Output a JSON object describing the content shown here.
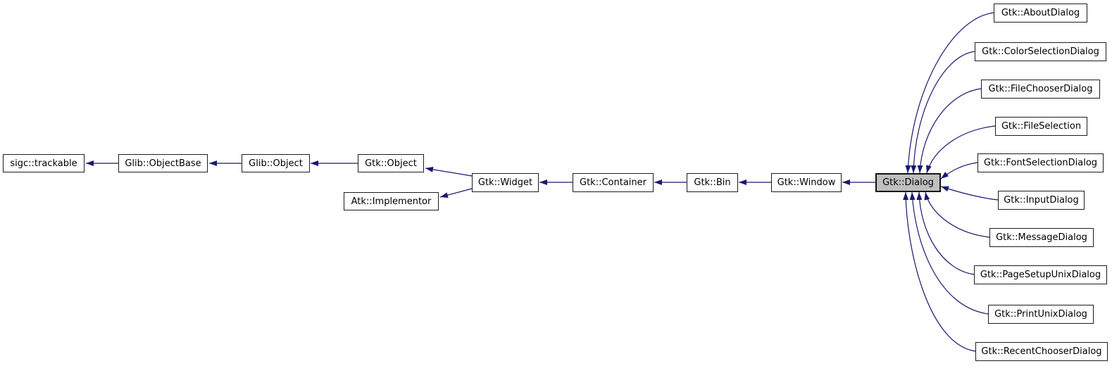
{
  "diagram": {
    "kind": "inheritance-graph",
    "selected_node": "Gtk::Dialog",
    "colors": {
      "edge": "#191970",
      "node_fill": "#ffffff",
      "node_border": "#1c1c1c",
      "selected_fill": "#bfbfbf"
    },
    "nodes": [
      {
        "label": "sigc::trackable"
      },
      {
        "label": "Glib::ObjectBase"
      },
      {
        "label": "Glib::Object"
      },
      {
        "label": "Gtk::Object"
      },
      {
        "label": "Atk::Implementor"
      },
      {
        "label": "Gtk::Widget"
      },
      {
        "label": "Gtk::Container"
      },
      {
        "label": "Gtk::Bin"
      },
      {
        "label": "Gtk::Window"
      },
      {
        "label": "Gtk::Dialog"
      },
      {
        "label": "Gtk::AboutDialog"
      },
      {
        "label": "Gtk::ColorSelectionDialog"
      },
      {
        "label": "Gtk::FileChooserDialog"
      },
      {
        "label": "Gtk::FileSelection"
      },
      {
        "label": "Gtk::FontSelectionDialog"
      },
      {
        "label": "Gtk::InputDialog"
      },
      {
        "label": "Gtk::MessageDialog"
      },
      {
        "label": "Gtk::PageSetupUnixDialog"
      },
      {
        "label": "Gtk::PrintUnixDialog"
      },
      {
        "label": "Gtk::RecentChooserDialog"
      }
    ],
    "edges": [
      {
        "from": "Glib::ObjectBase",
        "to": "sigc::trackable"
      },
      {
        "from": "Glib::Object",
        "to": "Glib::ObjectBase"
      },
      {
        "from": "Gtk::Object",
        "to": "Glib::Object"
      },
      {
        "from": "Gtk::Widget",
        "to": "Gtk::Object"
      },
      {
        "from": "Gtk::Widget",
        "to": "Atk::Implementor"
      },
      {
        "from": "Gtk::Container",
        "to": "Gtk::Widget"
      },
      {
        "from": "Gtk::Bin",
        "to": "Gtk::Container"
      },
      {
        "from": "Gtk::Window",
        "to": "Gtk::Bin"
      },
      {
        "from": "Gtk::Dialog",
        "to": "Gtk::Window"
      },
      {
        "from": "Gtk::AboutDialog",
        "to": "Gtk::Dialog"
      },
      {
        "from": "Gtk::ColorSelectionDialog",
        "to": "Gtk::Dialog"
      },
      {
        "from": "Gtk::FileChooserDialog",
        "to": "Gtk::Dialog"
      },
      {
        "from": "Gtk::FileSelection",
        "to": "Gtk::Dialog"
      },
      {
        "from": "Gtk::FontSelectionDialog",
        "to": "Gtk::Dialog"
      },
      {
        "from": "Gtk::InputDialog",
        "to": "Gtk::Dialog"
      },
      {
        "from": "Gtk::MessageDialog",
        "to": "Gtk::Dialog"
      },
      {
        "from": "Gtk::PageSetupUnixDialog",
        "to": "Gtk::Dialog"
      },
      {
        "from": "Gtk::PrintUnixDialog",
        "to": "Gtk::Dialog"
      },
      {
        "from": "Gtk::RecentChooserDialog",
        "to": "Gtk::Dialog"
      }
    ]
  }
}
